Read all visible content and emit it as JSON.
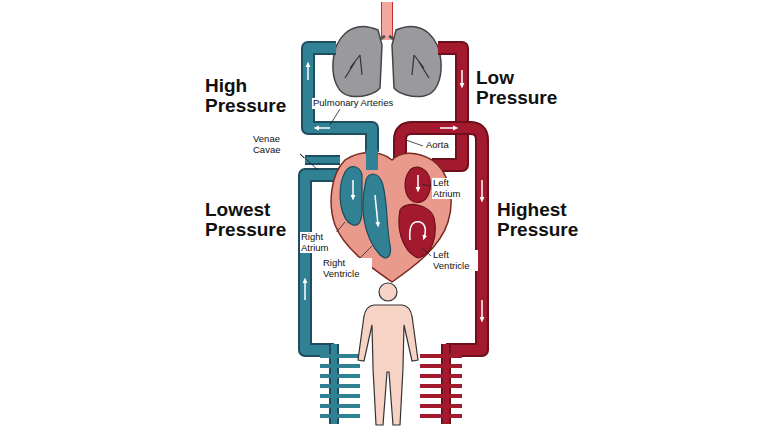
{
  "diagram": {
    "labels": [
      "High Pressure",
      "Low Pressure",
      "Lowest Pressure",
      "Highest Pressure",
      "Pulmonary Arteries",
      "Venae Cavae",
      "Aorta",
      "Left Atrium",
      "Right Atrium",
      "Right Ventricle",
      "Left Ventricle"
    ]
  }
}
